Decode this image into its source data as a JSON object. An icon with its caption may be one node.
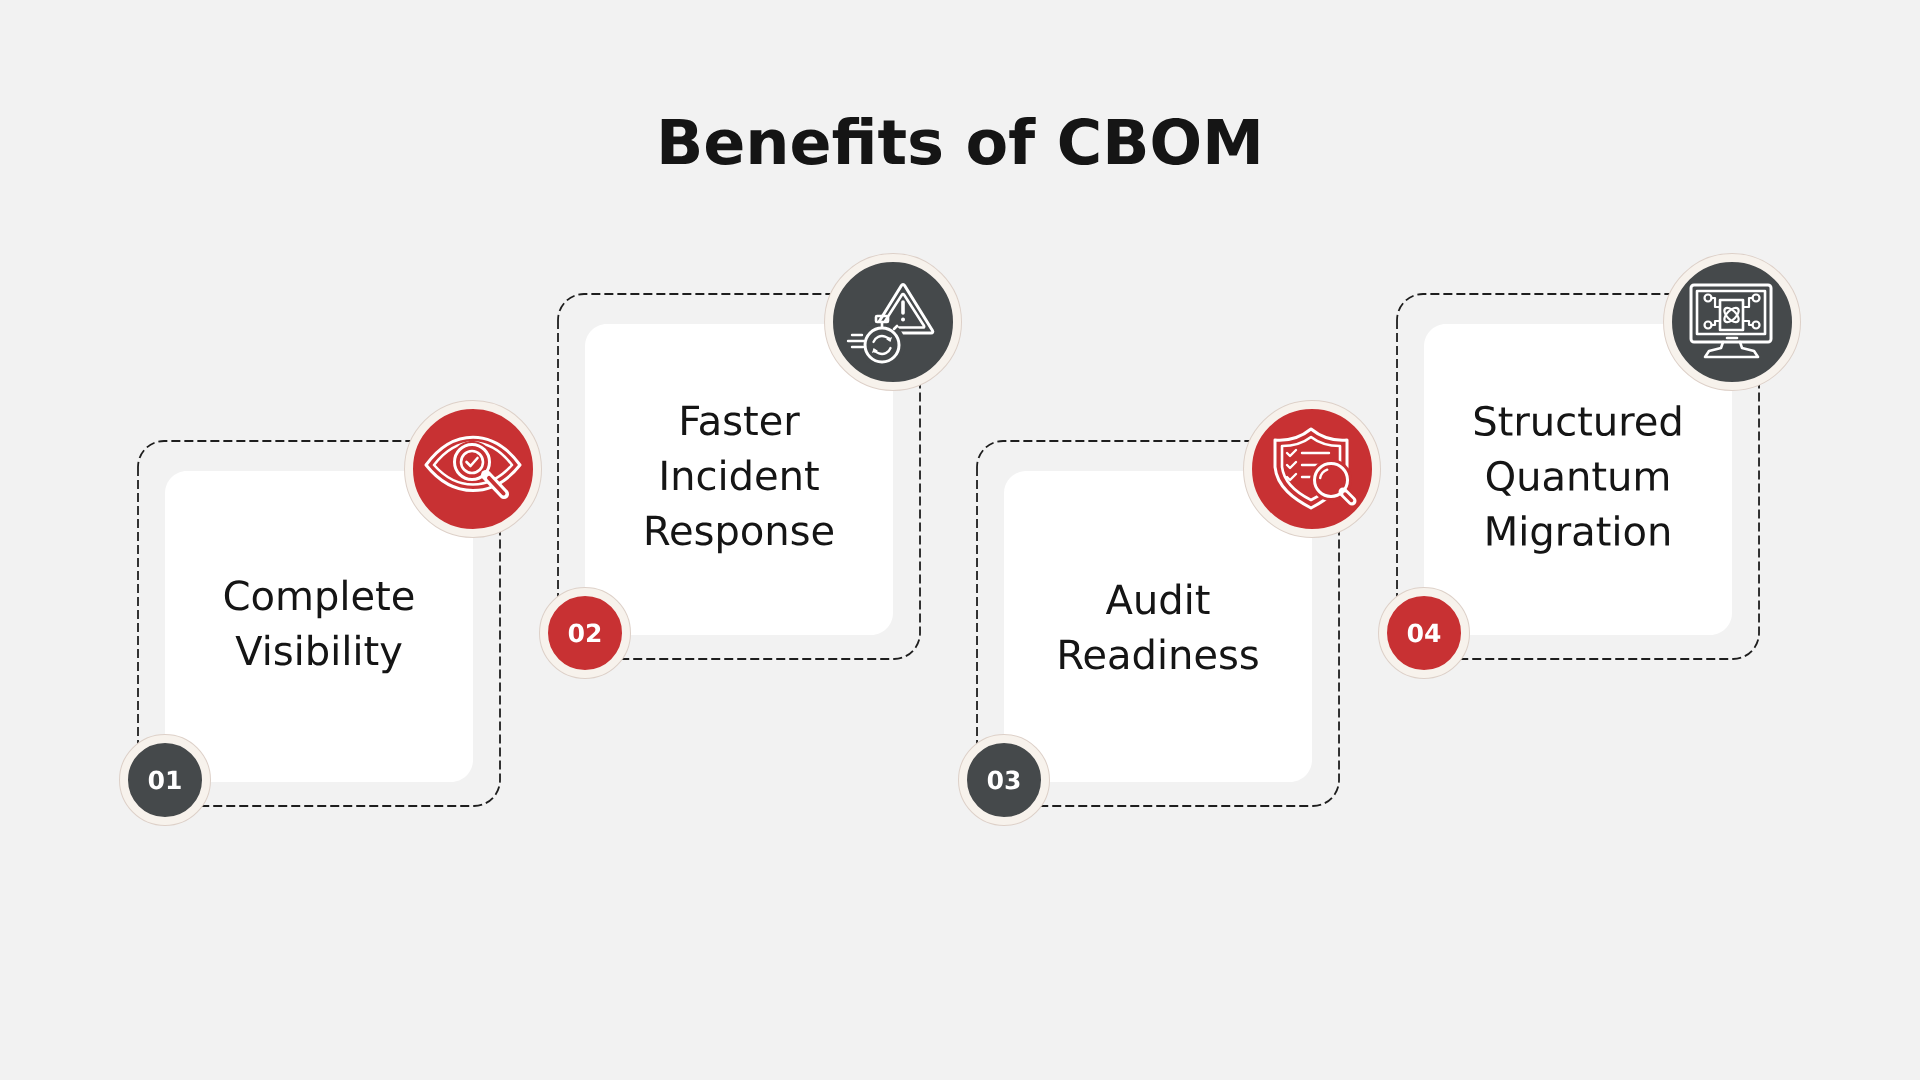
{
  "diagram": {
    "title": "Benefits of CBOM",
    "nodes": [
      {
        "text": [
          "Complete Visibility"
        ]
      },
      {
        "text": [],
        "shape": "circle"
      },
      {
        "text": [
          "01"
        ]
      },
      {
        "text": [
          "Faster Incident Response"
        ]
      },
      {
        "text": [],
        "shape": "circle"
      },
      {
        "text": [
          "02"
        ]
      },
      {
        "text": [
          "Audit Readiness"
        ]
      },
      {
        "text": [],
        "shape": "circle"
      },
      {
        "text": [
          "03"
        ]
      },
      {
        "text": [
          "Structured Quantum Migration"
        ]
      },
      {
        "text": [],
        "shape": "circle"
      },
      {
        "text": [
          "04"
        ]
      }
    ]
  }
}
